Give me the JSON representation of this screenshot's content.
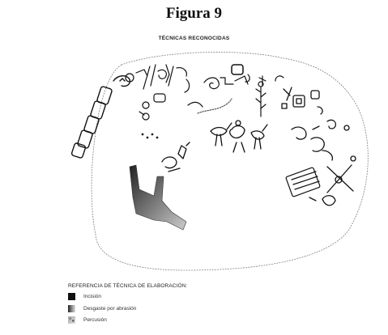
{
  "figure": {
    "title": "Figura 9",
    "subtitle": "TÉCNICAS RECONOCIDAS"
  },
  "legend": {
    "heading": "REFERENCIA DE TÉCNICA DE ELABORACIÓN:",
    "items": [
      {
        "label": "Incisión",
        "color": "#111111"
      },
      {
        "label": "Desgaste por abrasión",
        "color": "#888888"
      },
      {
        "label": "Percusión",
        "color": "#bbbbbb"
      }
    ]
  }
}
